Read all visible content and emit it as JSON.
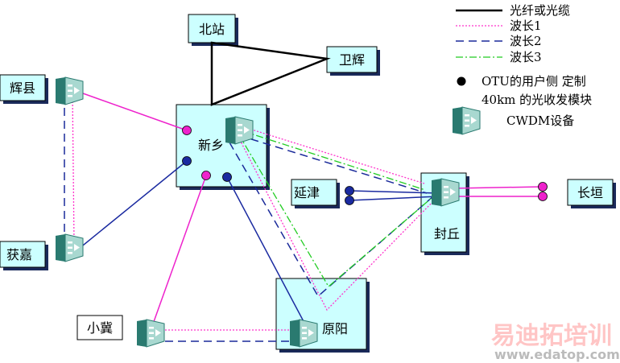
{
  "nodes": {
    "huixian": "辉县",
    "beizhan": "北站",
    "weihui": "卫辉",
    "xinxiang": "新乡",
    "yanjin": "延津",
    "changyuan": "长垣",
    "fengqiu": "封丘",
    "huojia": "获嘉",
    "xiaoji": "小冀",
    "yuanyang": "原阳"
  },
  "legend": {
    "fiber": "光纤或光缆",
    "wave1": "波长1",
    "wave2": "波长2",
    "wave3": "波长3",
    "otu_line1": "OTU的用户侧 定制",
    "otu_line2": "40km 的光收发模块",
    "cwdm": "CWDM设备"
  },
  "colors": {
    "node_fill": "#ccffff",
    "shadow": "#1a2a5a",
    "fiber": "#000000",
    "wave1": "#ff33cc",
    "wave2": "#1a2a9a",
    "wave3": "#22cc22",
    "otu_magenta": "#ee22cc",
    "otu_blue": "#1a2aa0",
    "device_dark": "#2a7a70",
    "device_light": "#a8d8d0"
  },
  "watermark": {
    "title": "易迪拓培训",
    "url": "www.edatop.com"
  }
}
